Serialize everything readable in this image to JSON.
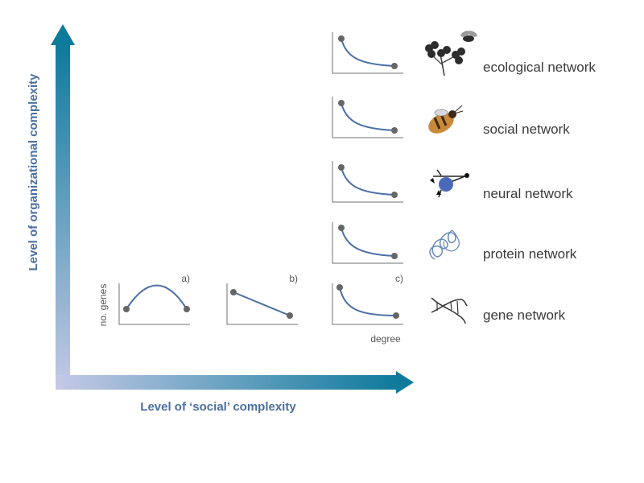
{
  "axes": {
    "y_label": "Level of organizational complexity",
    "x_label": "Level of ‘social’ complexity",
    "gradient_start": "#c5c9e6",
    "gradient_end": "#0e7a9c"
  },
  "plots": {
    "ylabel": "no. genes",
    "xlabel": "degree",
    "panel_a": "a)",
    "panel_b": "b)",
    "panel_c": "c)"
  },
  "networks": [
    {
      "label": "ecological network",
      "icon": "clover-and-fly-icon"
    },
    {
      "label": "social network",
      "icon": "bee-icon"
    },
    {
      "label": "neural network",
      "icon": "neuron-icon"
    },
    {
      "label": "protein network",
      "icon": "protein-helix-icon"
    },
    {
      "label": "gene network",
      "icon": "dna-icon"
    }
  ],
  "colors": {
    "curve": "#4a6fa5",
    "point": "#666666",
    "axis_label": "#4b6fa0"
  }
}
